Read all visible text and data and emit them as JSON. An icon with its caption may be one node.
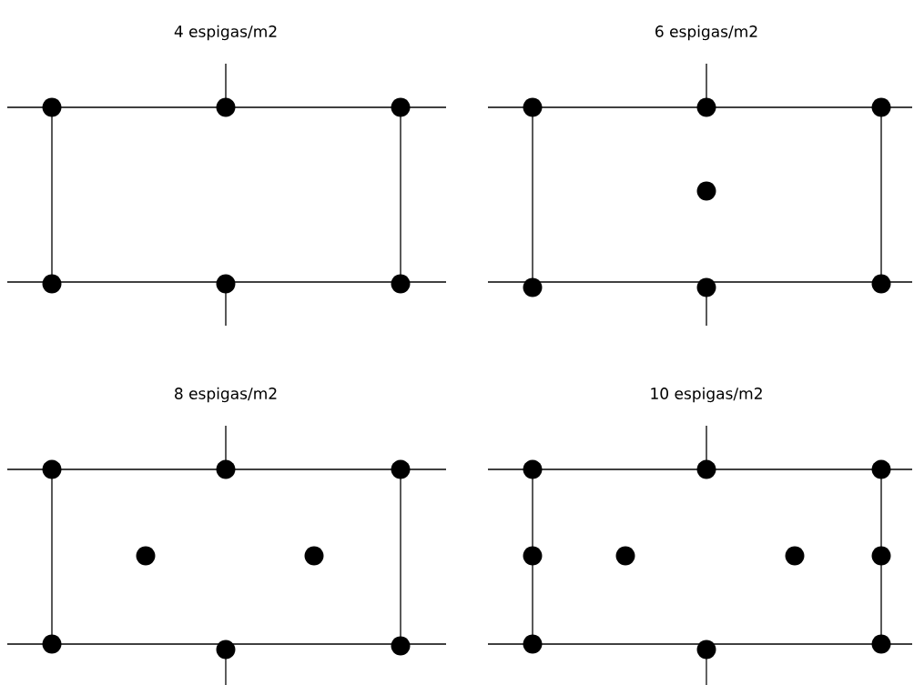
{
  "diagram": {
    "labels": [
      "4 espigas/m2",
      "6 espigas/m2",
      "8 espigas/m2",
      "10 espigas/m2"
    ]
  }
}
